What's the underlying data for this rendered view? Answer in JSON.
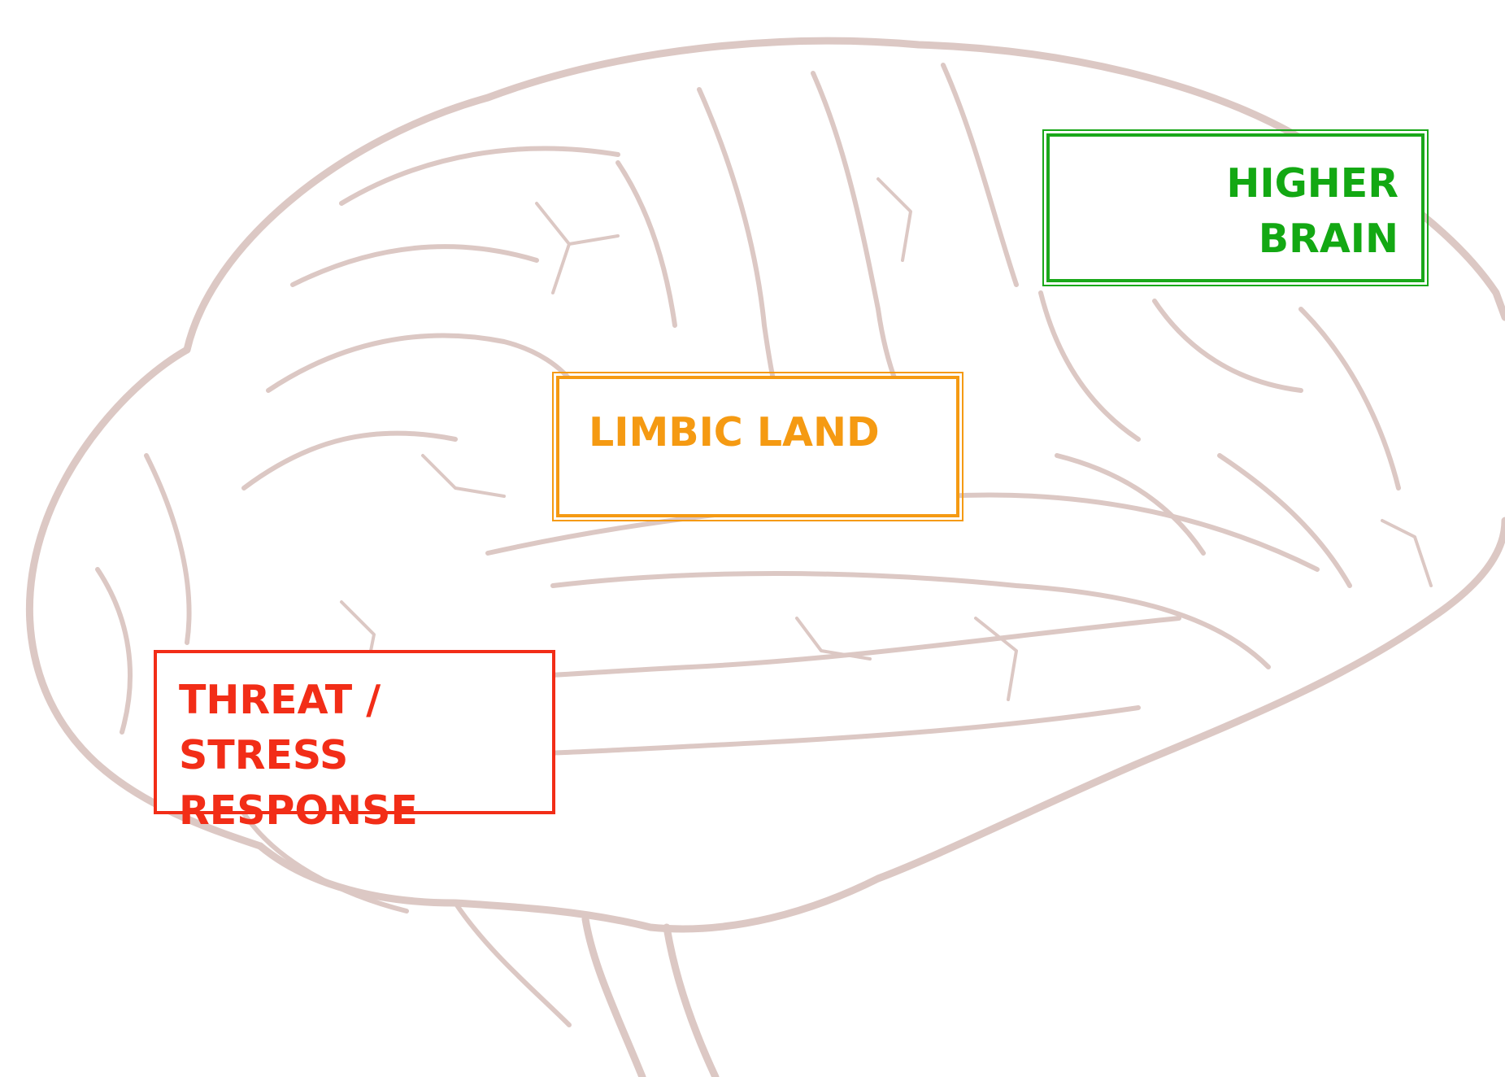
{
  "diagram": {
    "background_image": "brain-outline-sketch",
    "colors": {
      "higher_brain": "#13a813",
      "limbic_land": "#f59a12",
      "threat_response": "#f22d17",
      "brain_sketch": "#dcc8c4"
    },
    "labels": {
      "higher_brain": "HIGHER BRAIN",
      "limbic_land": "LIMBIC LAND",
      "threat_line1": "THREAT / STRESS",
      "threat_line2": "RESPONSE"
    }
  }
}
